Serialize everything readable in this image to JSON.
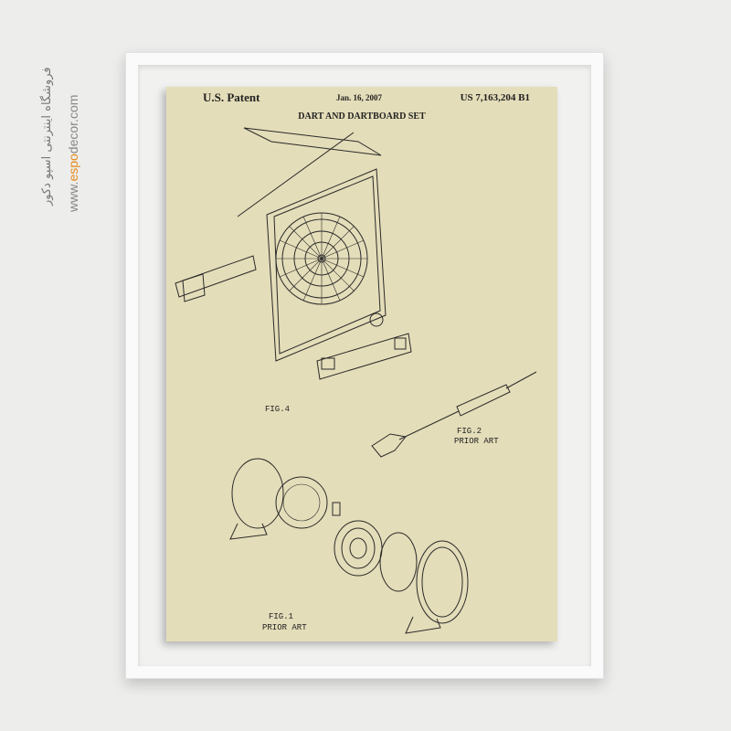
{
  "watermark": {
    "persian": "فروشگاه اینترنتی اسپو دکور",
    "url_prefix": "www.",
    "url_brand": "espo",
    "url_suffix": "decor.com",
    "accent_color": "#e88a1a"
  },
  "patent": {
    "left_header": "U.S. Patent",
    "date": "Jan. 16, 2007",
    "number": "US 7,163,204 B1",
    "title": "DART AND DARTBOARD SET"
  },
  "figures": {
    "fig4": "FIG.4",
    "fig2": "FIG.2",
    "fig2_sub": "PRIOR ART",
    "fig1": "FIG.1",
    "fig1_sub": "PRIOR ART"
  },
  "colors": {
    "paper": "#e4ddb9",
    "ink": "#2a2a2a",
    "frame": "#fafafa"
  }
}
